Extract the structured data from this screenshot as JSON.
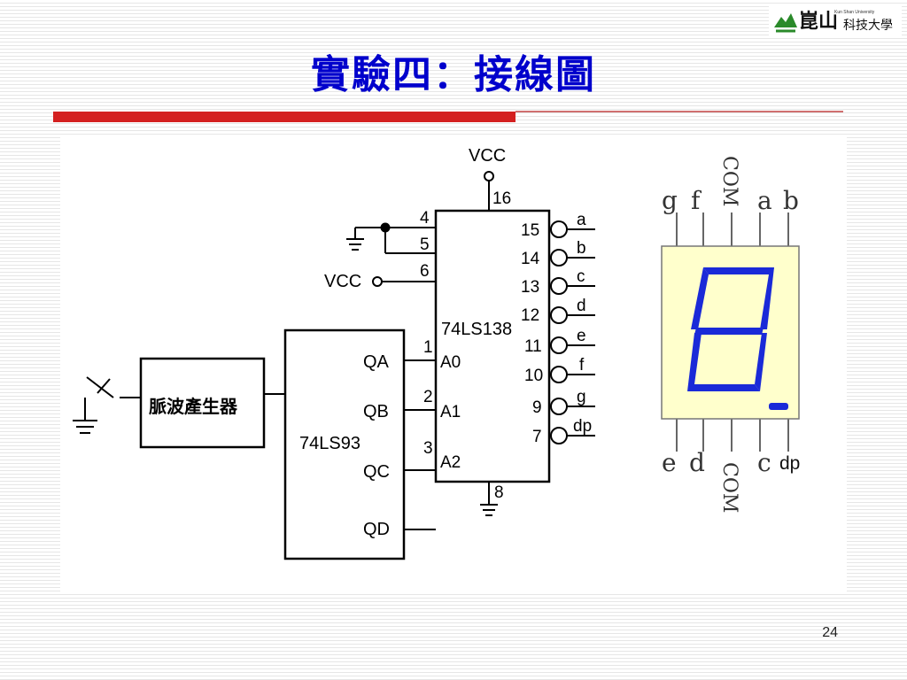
{
  "slide": {
    "title": "實驗四：接線圖",
    "page_number": "24"
  },
  "logo": {
    "small_text": "Kun Shan University",
    "name": "崑山",
    "name2": "科技大學",
    "icon": "kun-shan-logo-icon"
  },
  "circuit": {
    "vcc_top": "VCC",
    "vcc_left": "VCC",
    "chip_138": "74LS138",
    "chip_93": "74LS93",
    "pulse_gen": "脈波產生器",
    "pins_138": {
      "p16": "16",
      "p4": "4",
      "p5": "5",
      "p6": "6",
      "p1": "1",
      "p2": "2",
      "p3": "3",
      "p8": "8",
      "a0": "A0",
      "a1": "A1",
      "a2": "A2"
    },
    "outputs_138": [
      {
        "pin": "15",
        "label": "a"
      },
      {
        "pin": "14",
        "label": "b"
      },
      {
        "pin": "13",
        "label": "c"
      },
      {
        "pin": "12",
        "label": "d"
      },
      {
        "pin": "11",
        "label": "e"
      },
      {
        "pin": "10",
        "label": "f"
      },
      {
        "pin": "9",
        "label": "g"
      },
      {
        "pin": "7",
        "label": "dp"
      }
    ],
    "outputs_93": [
      "QA",
      "QB",
      "QC",
      "QD"
    ]
  },
  "seven_segment": {
    "top_pins": [
      "g",
      "f",
      "COM",
      "a",
      "b"
    ],
    "bottom_pins": [
      "e",
      "d",
      "COM",
      "c",
      "dp"
    ],
    "colors": {
      "body": "#ffffcc",
      "segment": "#1a2ad8"
    }
  }
}
